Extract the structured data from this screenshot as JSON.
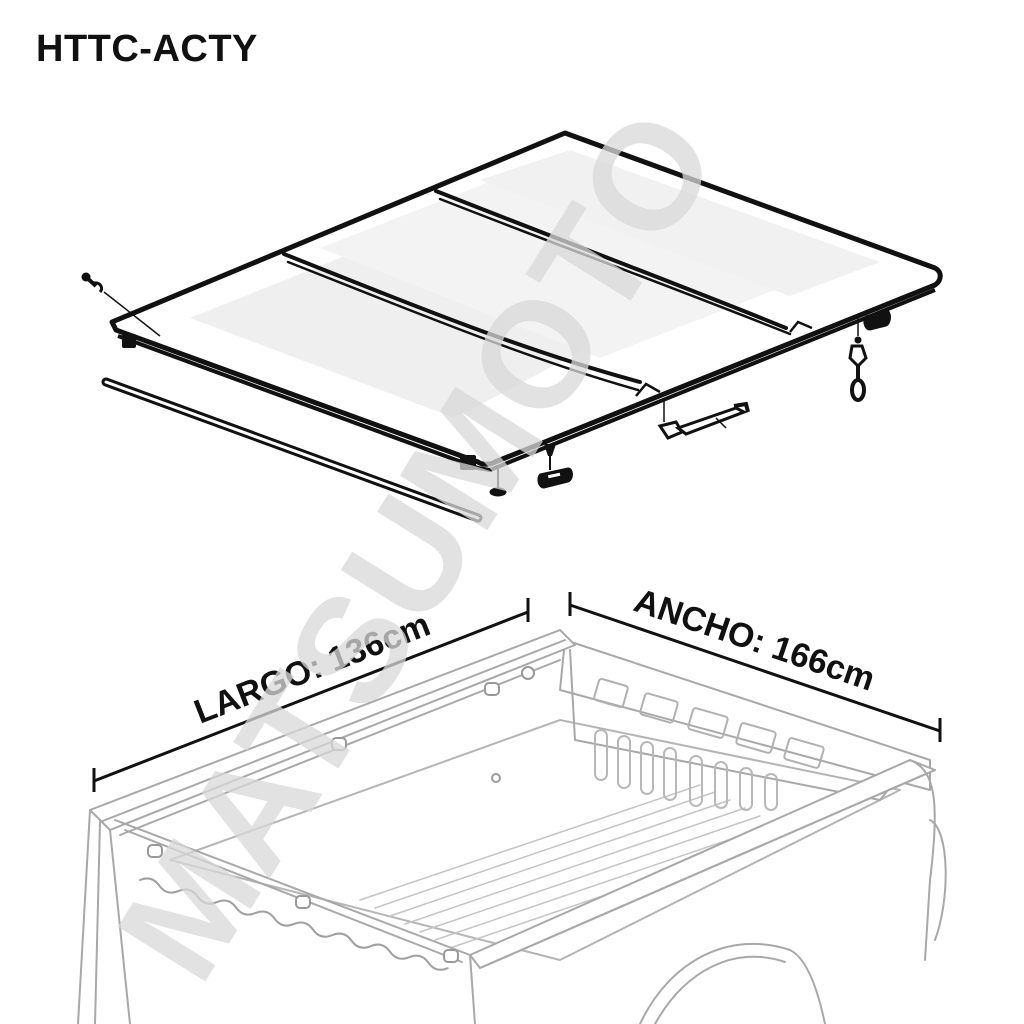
{
  "header": {
    "title": "HTTC-ACTY"
  },
  "product": {
    "type": "tri-fold tonneau cover",
    "panels": 3
  },
  "dimensions": {
    "length": {
      "label": "LARGO: 136cm",
      "name": "LARGO",
      "value": 136,
      "unit": "cm"
    },
    "width": {
      "label": "ANCHO: 166cm",
      "name": "ANCHO",
      "value": 166,
      "unit": "cm"
    }
  },
  "watermark": {
    "text": "MATSUMOTO"
  },
  "colors": {
    "ink": "#111111",
    "truck_line": "#9a9a9a",
    "panel_fill": "#eeeeee",
    "watermark": "#d9d9d9"
  }
}
